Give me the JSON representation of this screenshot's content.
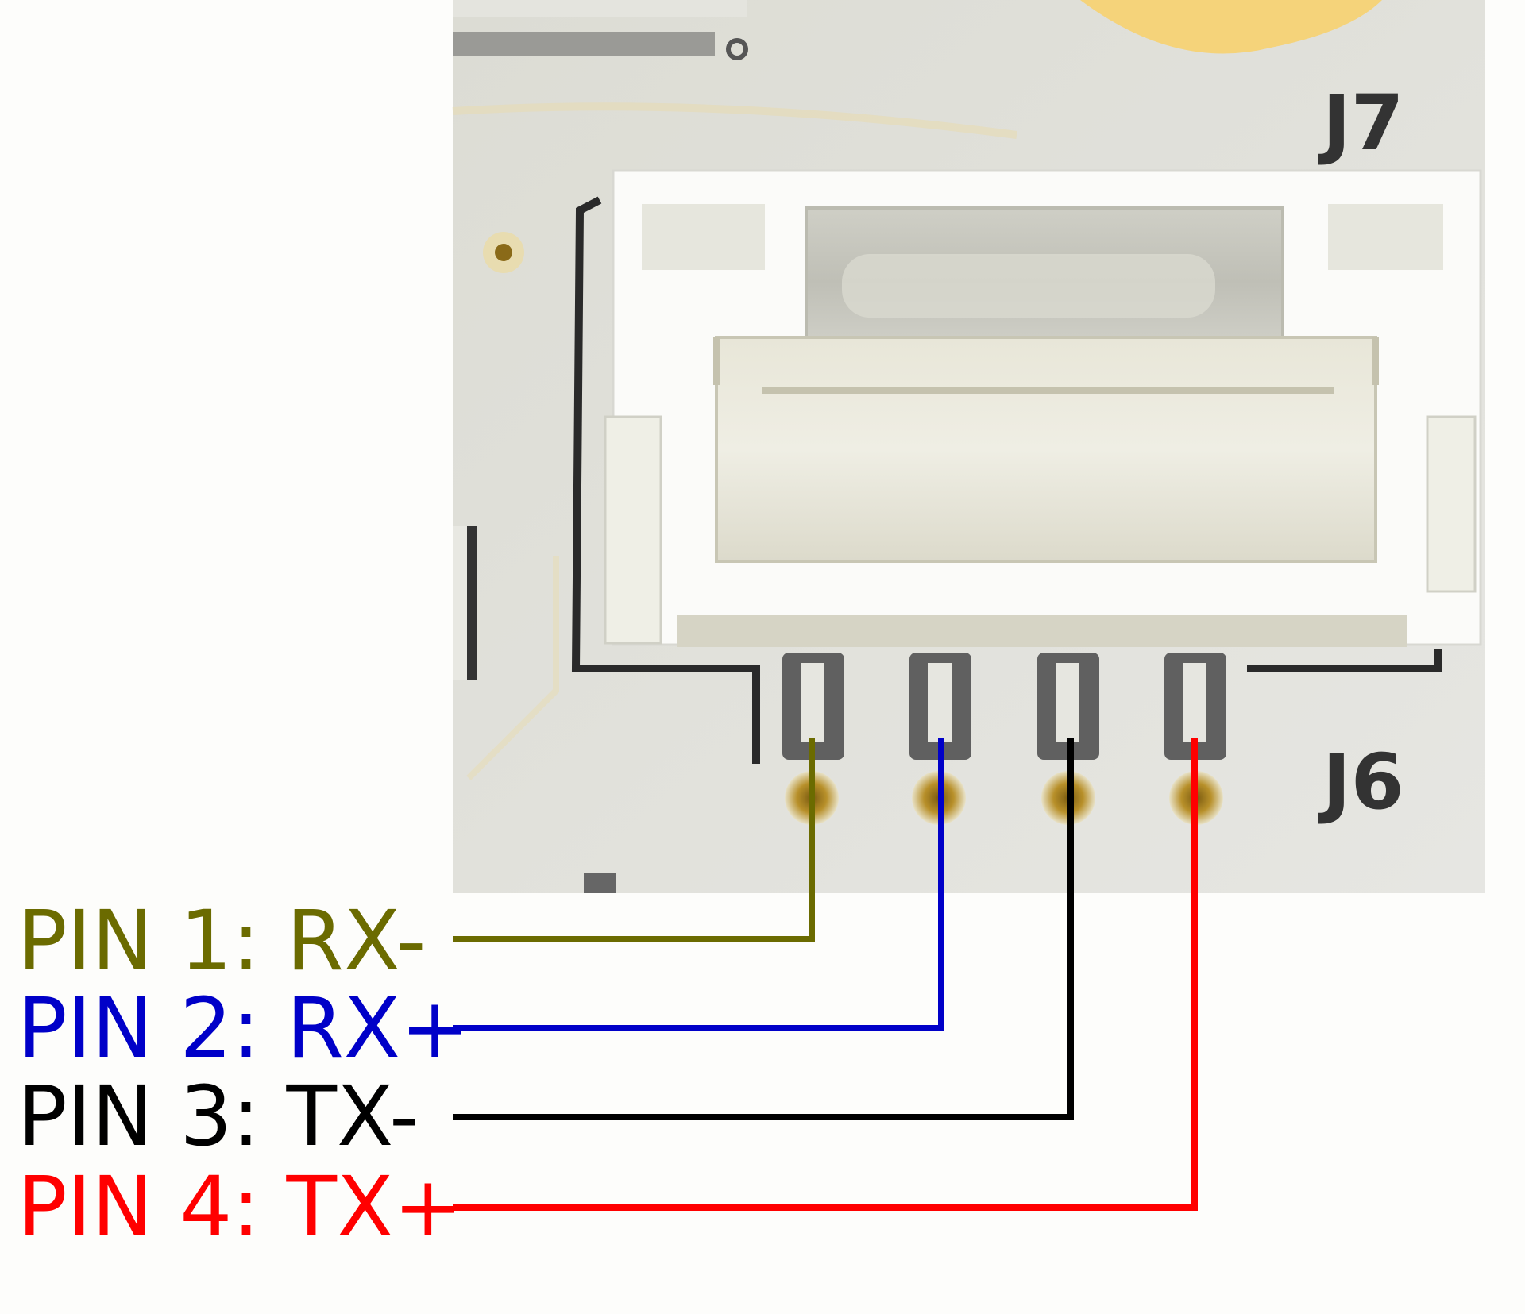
{
  "board": {
    "connector_top_label": "J7",
    "connector_bottom_label": "J6"
  },
  "pins": [
    {
      "label": "PIN 1: RX-",
      "color": "#6b6b00"
    },
    {
      "label": "PIN 2: RX+",
      "color": "#0000c8"
    },
    {
      "label": "PIN 3: TX-",
      "color": "#000000"
    },
    {
      "label": "PIN 4: TX+",
      "color": "#ff0000"
    }
  ]
}
